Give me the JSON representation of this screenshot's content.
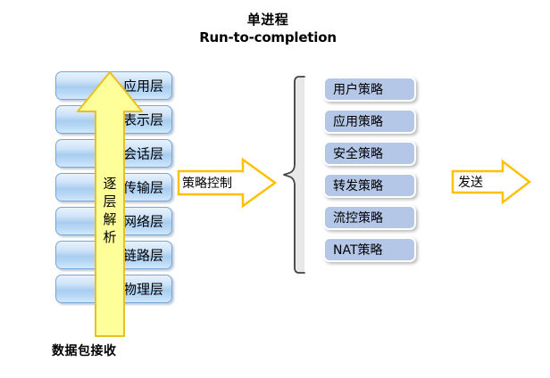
{
  "title": {
    "line_cn": "单进程",
    "line_en": "Run-to-completion"
  },
  "osi_stack": {
    "caption": "数据包接收",
    "layers": [
      {
        "label": "应用层"
      },
      {
        "label": "表示层"
      },
      {
        "label": "会话层"
      },
      {
        "label": "传输层"
      },
      {
        "label": "网络层"
      },
      {
        "label": "链路层"
      },
      {
        "label": "物理层"
      }
    ]
  },
  "up_arrow": {
    "chars": [
      "逐",
      "层",
      "解",
      "析"
    ],
    "fill": "#ffff99",
    "stroke": "#e8c020"
  },
  "mid_arrow": {
    "label": "策略控制",
    "fill": "#ffffff",
    "stroke": "#ffc000"
  },
  "right_arrow": {
    "label": "发送",
    "fill": "#ffffff",
    "stroke": "#ffc000"
  },
  "brace": {
    "fill": "#e6e6e6",
    "stroke": "#404040"
  },
  "policies": {
    "fill": "#b4c7e7",
    "items": [
      {
        "label": "用户策略"
      },
      {
        "label": "应用策略"
      },
      {
        "label": "安全策略"
      },
      {
        "label": "转发策略"
      },
      {
        "label": "流控策略"
      },
      {
        "label": "NAT策略"
      }
    ]
  }
}
